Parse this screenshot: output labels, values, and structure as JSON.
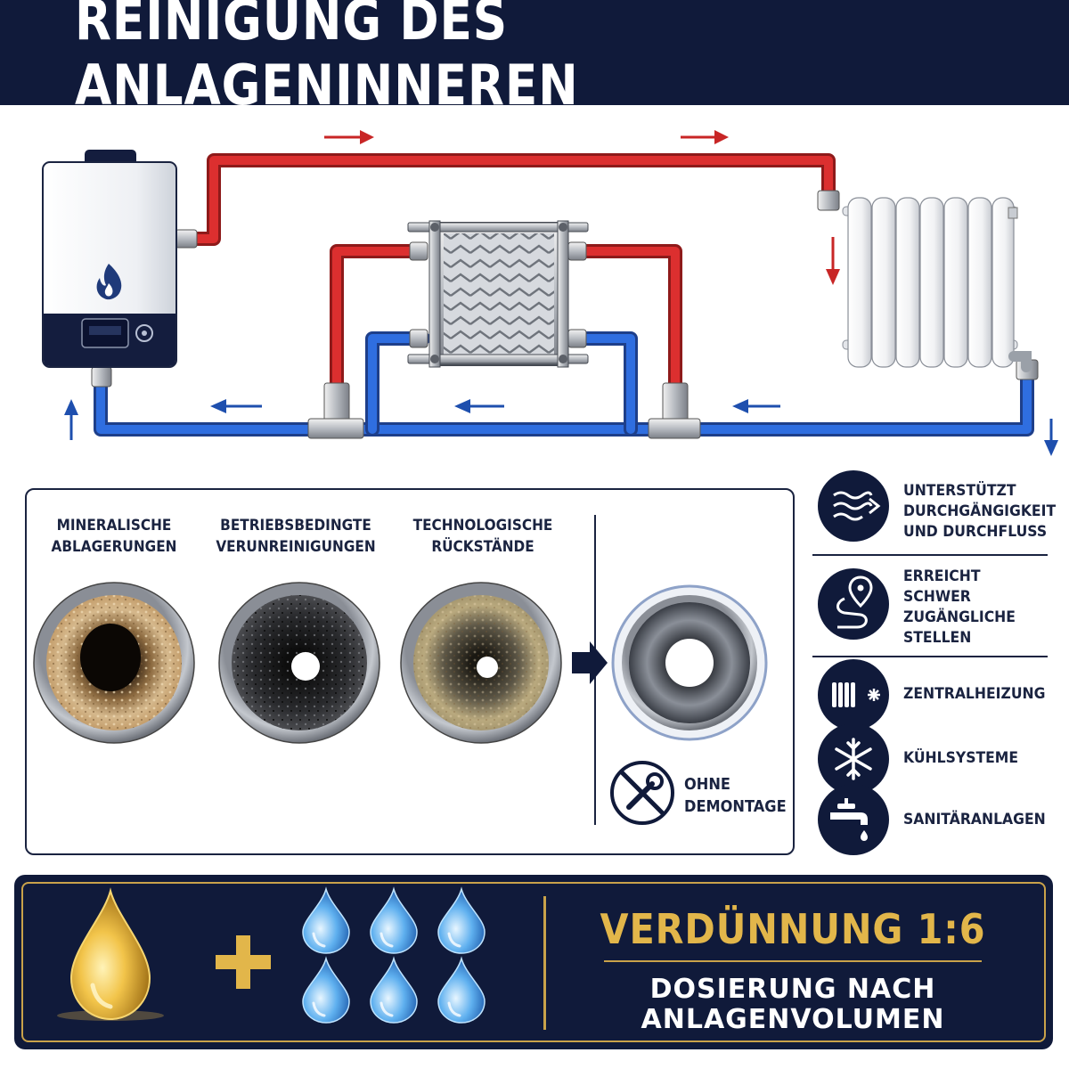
{
  "header": {
    "title": "REINIGUNG DES ANLAGENINNEREN"
  },
  "colors": {
    "navy": "#101a3a",
    "supply_pipe": "#d42a2a",
    "return_pipe": "#1e56c8",
    "gold": "#e2b64a"
  },
  "schematic": {
    "components": [
      "boiler",
      "heat-exchanger",
      "radiator"
    ],
    "icons": [
      "flame-icon",
      "flow-arrow-icon"
    ]
  },
  "contamination": {
    "columns": [
      {
        "label": "MINERALISCHE\nABLAGERUNGEN"
      },
      {
        "label": "BETRIEBSBEDINGTE\nVERUNREINIGUNGEN"
      },
      {
        "label": "TECHNOLOGISCHE\nRÜCKSTÄNDE"
      }
    ],
    "no_assembly": "OHNE\nDEMONTAGE"
  },
  "features": [
    {
      "icon": "flow-waves-icon",
      "label": "UNTERSTÜTZT\nDURCHGÄNGIGKEIT\nUND DURCHFLUSS"
    },
    {
      "icon": "route-pin-icon",
      "label": "ERREICHT\nSCHWER\nZUGÄNGLICHE\nSTELLEN"
    },
    {
      "icon": "radiator-snowflake-icon",
      "label": "ZENTRALHEIZUNG"
    },
    {
      "icon": "snowflake-icon",
      "label": "KÜHLSYSTEME"
    },
    {
      "icon": "faucet-icon",
      "label": "SANITÄRANLAGEN"
    }
  ],
  "dosage": {
    "ratio": "VERDÜNNUNG 1:6",
    "note": "DOSIERUNG NACH\nANLAGENVOLUMEN",
    "concentrate_parts": 1,
    "water_parts": 6
  }
}
